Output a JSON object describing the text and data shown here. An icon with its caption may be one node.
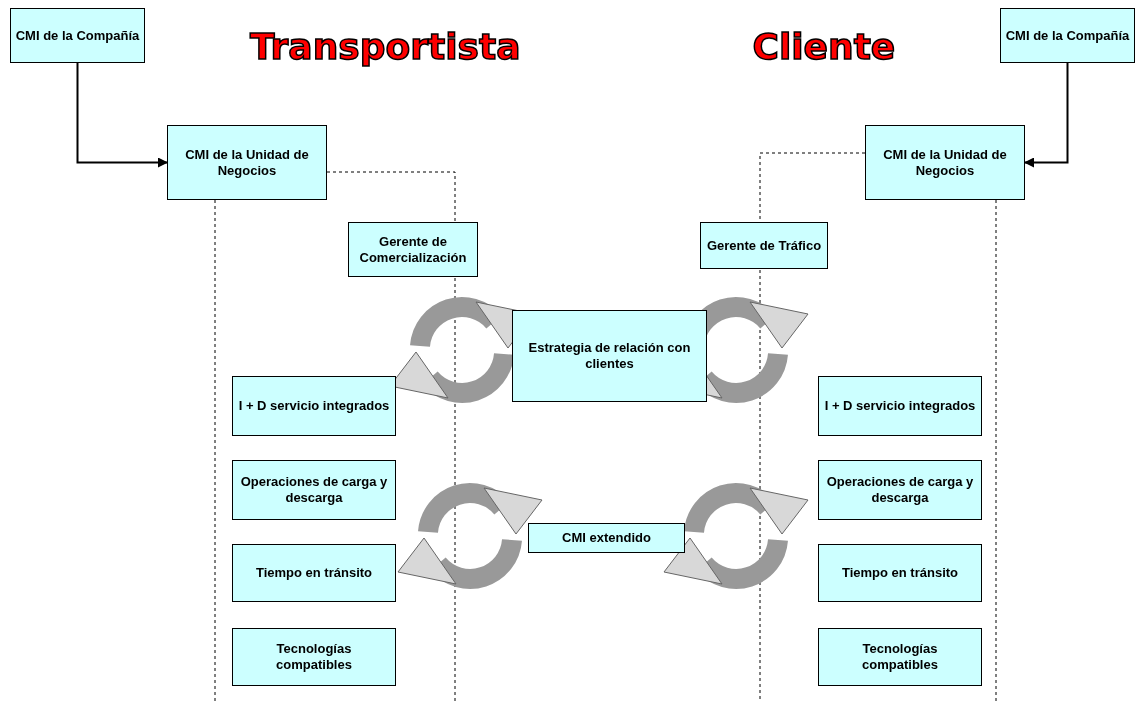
{
  "diagram": {
    "nodes": [
      {
        "text": [
          "CMI de la Compañía"
        ]
      },
      {
        "text": [
          "CMI de la Unidad de Negocios"
        ]
      },
      {
        "text": [
          "Gerente de Comercialización"
        ]
      },
      {
        "text": [
          "Estrategia de relación con clientes"
        ]
      },
      {
        "text": [
          "Gerente de Tráfico"
        ]
      },
      {
        "text": [
          "CMI de la Compañía"
        ]
      },
      {
        "text": [
          "CMI de la Unidad de Negocios"
        ]
      },
      {
        "text": [
          "I + D servicio integrados"
        ]
      },
      {
        "text": [
          "I + D servicio integrados"
        ]
      },
      {
        "text": [
          "Operaciones de carga y descarga"
        ]
      },
      {
        "text": [
          "Operaciones de carga y descarga"
        ]
      },
      {
        "text": [
          "CMI extendido"
        ]
      },
      {
        "text": [
          "Tiempo en tránsito"
        ]
      },
      {
        "text": [
          "Tiempo en tránsito"
        ]
      },
      {
        "text": [
          "Tecnologías compatibles"
        ]
      },
      {
        "text": [
          "Tecnologías compatibles"
        ]
      }
    ],
    "edges": [
      {
        "from": 0,
        "to": 1,
        "arrow": "to"
      },
      {
        "from": 5,
        "to": 6,
        "arrow": "to"
      }
    ],
    "labels": [
      "Transportista",
      "Cliente"
    ]
  }
}
